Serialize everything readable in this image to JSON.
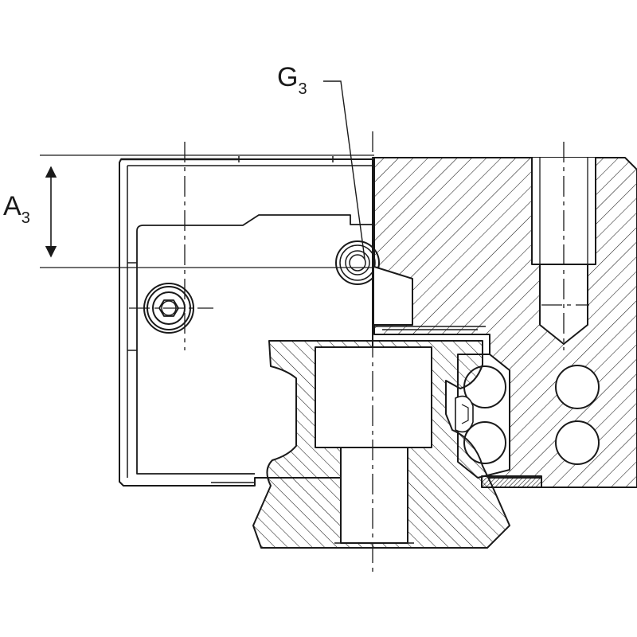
{
  "labels": {
    "a3": {
      "letter": "A",
      "subscript": "3"
    },
    "g3": {
      "letter": "G",
      "subscript": "3"
    }
  },
  "colors": {
    "line": "#1a1a1a",
    "paper": "#ffffff"
  }
}
